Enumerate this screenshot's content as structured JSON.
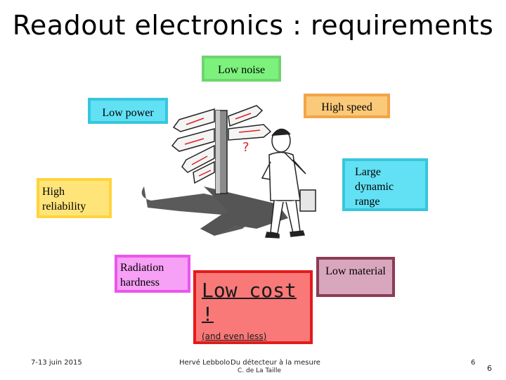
{
  "slide": {
    "title": "Readout electronics : requirements"
  },
  "requirements": {
    "low_noise": "Low noise",
    "low_power": "Low power",
    "high_speed": "High speed",
    "large_dynamic_range": [
      "Large",
      "dynamic",
      "range"
    ],
    "high_reliability": [
      "High",
      "reliability"
    ],
    "radiation_hardness": [
      "Radiation",
      "hardness"
    ],
    "low_material": "Low material",
    "low_cost": "Low cost !",
    "low_cost_sub": "(and even less)"
  },
  "footer": {
    "date": "7-13 juin 2015",
    "author": "Hervé Lebbolo",
    "talk": "Du détecteur à la mesure",
    "sub": "C. de La Taille",
    "page_small": "6",
    "page": "6"
  },
  "illustration": {
    "icon": "confused-man-at-signpost-illustration",
    "question_mark": "?"
  },
  "colors": {
    "green": "#7cf27c",
    "cyan": "#62e1f4",
    "orange": "#fbc97a",
    "yellow": "#ffe47a",
    "magenta": "#f6a0f6",
    "mauve": "#d9a7bd",
    "red": "#f87978",
    "red_border": "#e31b1b"
  }
}
